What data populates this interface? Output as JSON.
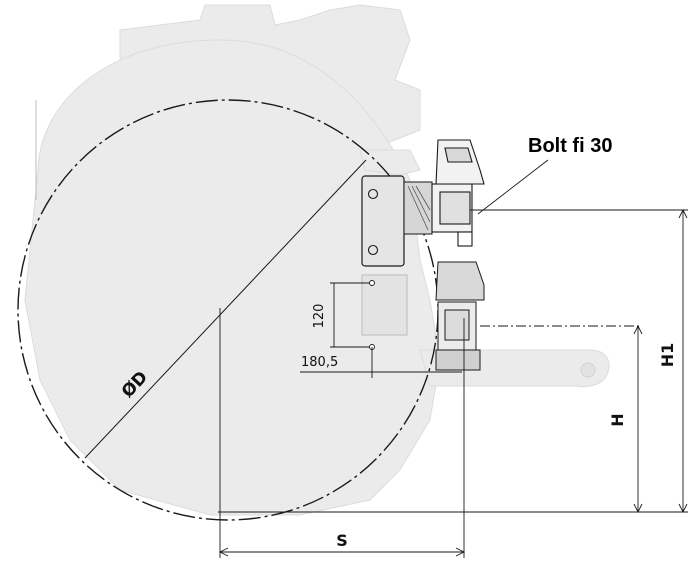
{
  "drawing": {
    "callout_bolt": "Bolt fi 30",
    "dim_diameter": "ØD",
    "dim_h": "H",
    "dim_h1": "H1",
    "dim_s": "S",
    "dim_120": "120",
    "dim_180_5": "180,5",
    "colors": {
      "machine_fill": "#e9e9e9",
      "line": "#1a1a1a",
      "light_line": "#8a8a8a"
    }
  }
}
